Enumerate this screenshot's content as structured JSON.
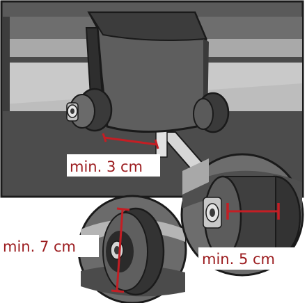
{
  "labels": {
    "wheel_gap": "min. 3 cm",
    "wheel_diameter": "min. 7 cm",
    "wheel_width": "min. 5 cm"
  },
  "colors": {
    "background": "#ffffff",
    "outline": "#1a1a1a",
    "dark_grey": "#3a3a3a",
    "mid_grey": "#6b6b6b",
    "light_grey": "#a8a8a8",
    "pale_grey": "#c8c8c8",
    "measure_red": "#c41e24",
    "label_text": "#9b1b1e"
  },
  "icons": {
    "left_wheel": "wheel-icon",
    "right_wheel": "wheel-icon",
    "body": "mower-body-icon"
  }
}
